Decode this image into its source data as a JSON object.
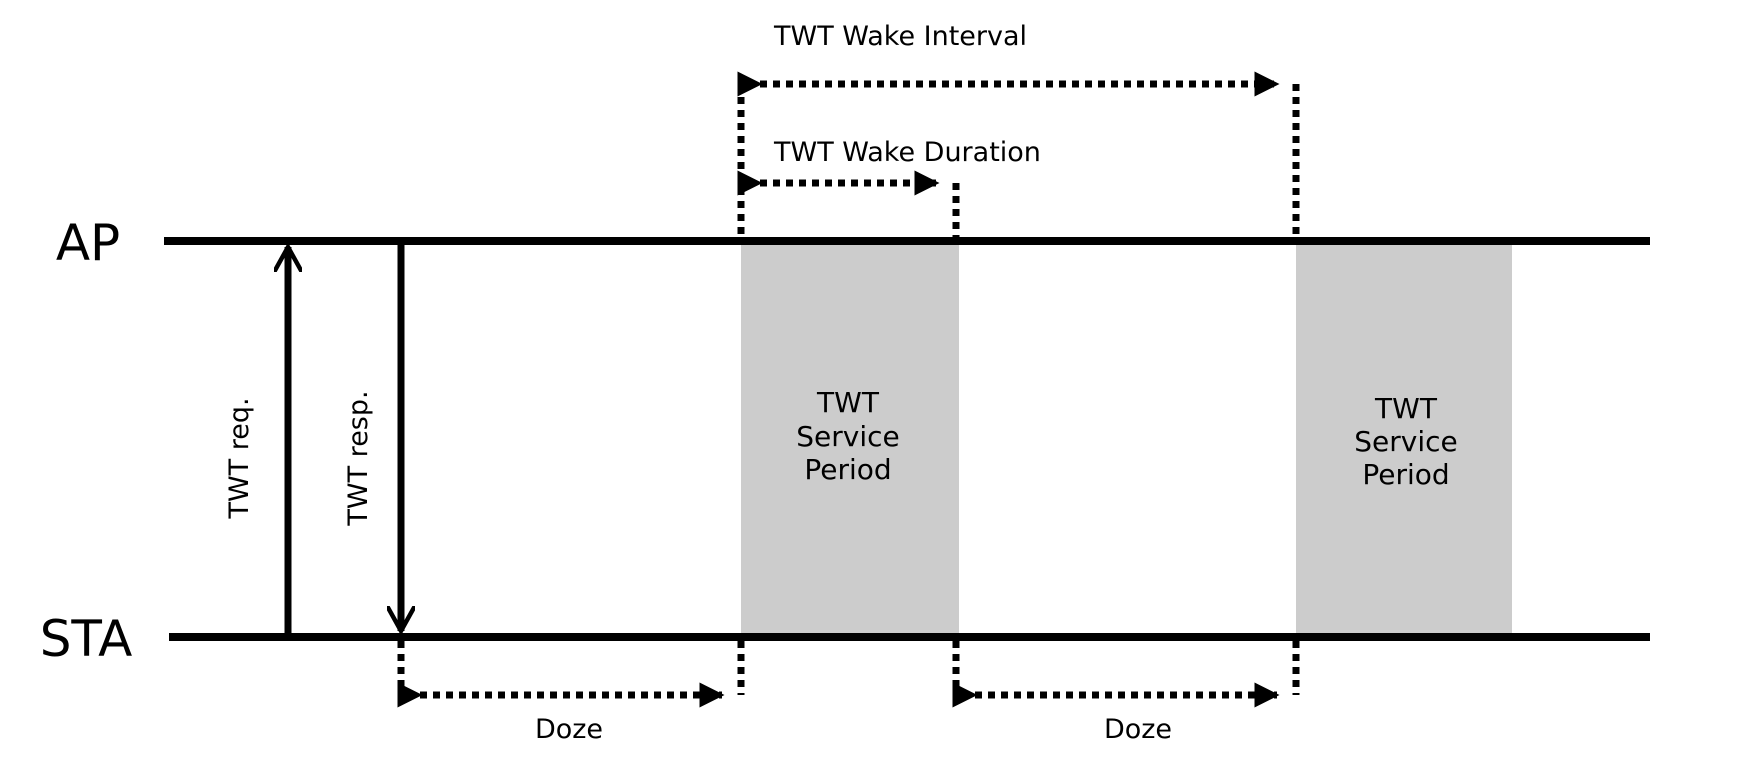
{
  "nodes": {
    "ap": "AP",
    "sta": "STA"
  },
  "messages": {
    "twt_req": "TWT req.",
    "twt_resp": "TWT resp."
  },
  "intervals": {
    "wake_interval": "TWT Wake Interval",
    "wake_duration": "TWT Wake Duration",
    "doze_1": "Doze",
    "doze_2": "Doze"
  },
  "service_periods": [
    {
      "line1": "TWT",
      "line2": "Service",
      "line3": "Period"
    },
    {
      "line1": "TWT",
      "line2": "Service",
      "line3": "Period"
    }
  ],
  "colors": {
    "line": "#000000",
    "service_period_fill": "#cccccc",
    "background": "#ffffff"
  }
}
